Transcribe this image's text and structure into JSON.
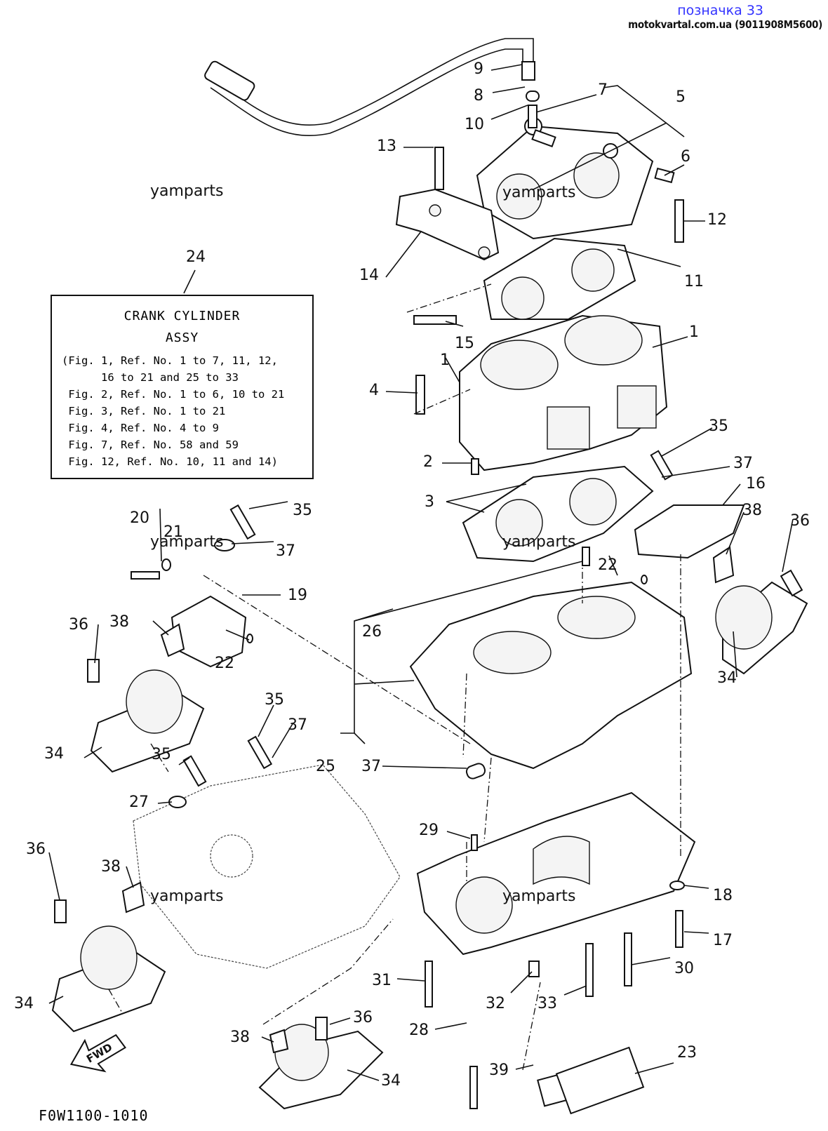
{
  "header": {
    "title": "позначка 33",
    "source": "motokvartal.com.ua (9011908M5600)"
  },
  "watermarks": [
    {
      "id": "wm-1",
      "text": "yamparts"
    },
    {
      "id": "wm-2",
      "text": "yamparts"
    },
    {
      "id": "wm-3",
      "text": "yamparts"
    },
    {
      "id": "wm-4",
      "text": "yamparts"
    },
    {
      "id": "wm-5",
      "text": "yamparts"
    },
    {
      "id": "wm-6",
      "text": "yamparts"
    }
  ],
  "assy_box": {
    "ref": "24",
    "title": "CRANK CYLINDER",
    "subtitle": "ASSY",
    "lines": [
      "(Fig. 1, Ref. No. 1 to 7, 11, 12,",
      "      16 to 21 and 25 to 33",
      " Fig. 2, Ref. No. 1 to 6, 10 to 21",
      " Fig. 3, Ref. No. 1 to 21",
      " Fig. 4, Ref. No. 4 to 9",
      " Fig. 7, Ref. No. 58 and 59",
      " Fig. 12, Ref. No. 10, 11 and 14)"
    ]
  },
  "callouts": [
    "9",
    "8",
    "7",
    "10",
    "5",
    "13",
    "6",
    "12",
    "14",
    "11",
    "15",
    "1",
    "1",
    "4",
    "2",
    "3",
    "35",
    "37",
    "16",
    "38",
    "36",
    "20",
    "21",
    "35",
    "37",
    "19",
    "22",
    "26",
    "36",
    "38",
    "22",
    "34",
    "34",
    "35",
    "37",
    "35",
    "25",
    "27",
    "37",
    "29",
    "36",
    "38",
    "18",
    "17",
    "30",
    "34",
    "31",
    "32",
    "33",
    "28",
    "38",
    "36",
    "34",
    "39",
    "23"
  ],
  "figure_id": "F0W1100-1010",
  "fwd_label": "FWD"
}
